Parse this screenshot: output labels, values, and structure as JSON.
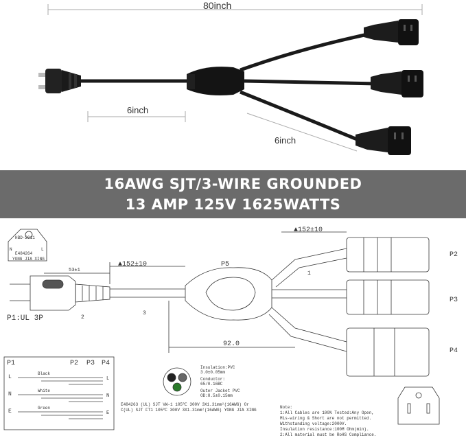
{
  "photo": {
    "dim_total": "80inch",
    "dim_short1": "6inch",
    "dim_short2": "6inch"
  },
  "banner": {
    "line1": "16AWG SJT/3-WIRE GROUNDED",
    "line2": "13 AMP 125V 1625WATTS"
  },
  "diagram": {
    "plug_label": "P1:UL 3P",
    "plug_dim": "53±1",
    "lead_dim": "▲152±10",
    "branch_dim": "▲152±10",
    "y_label": "P5",
    "y_dim": "92.0",
    "outlets": [
      "P2",
      "P3",
      "P4"
    ],
    "seal_lines": [
      "E484264",
      "YONG JIA XING"
    ],
    "seal_top": "HBD-2011",
    "seal_sides": [
      "N",
      "L"
    ],
    "wiring": {
      "headers": [
        "P1",
        "P2",
        "P3",
        "P4"
      ],
      "rows": [
        {
          "pin": "L",
          "color": "Black",
          "end": "L"
        },
        {
          "pin": "N",
          "color": "White",
          "end": "N"
        },
        {
          "pin": "E",
          "color": "Green",
          "end": "E"
        }
      ]
    },
    "cable": {
      "insulation": "Insulation:PVC",
      "insulation_spec": "3.0±0.05mm",
      "conductor": "Conductor:",
      "conductor_spec": "65/0.16BC",
      "jacket": "Outer Jacket PVC",
      "jacket_spec": "OD:8.5±0.15mm"
    },
    "spec_line1": "E484263 (UL) SJT VW-1 105℃ 300V 3X1.31mm²(16AWG) Or",
    "spec_line2": "C(UL) SJT FT1 105℃ 300V 3X1.31mm²(16AWG) YONG JIA XING",
    "notes": [
      "Note:",
      "1:All Cables are 100% Tested:Any Open,",
      "Mis-wiring & Short are not permitted.",
      "Withstanding voltage:2000V.",
      "Insulation resistance:100M Ohm(min).",
      "2:All material must be RoHS Compliance."
    ],
    "callouts": [
      "1",
      "2",
      "3"
    ]
  }
}
